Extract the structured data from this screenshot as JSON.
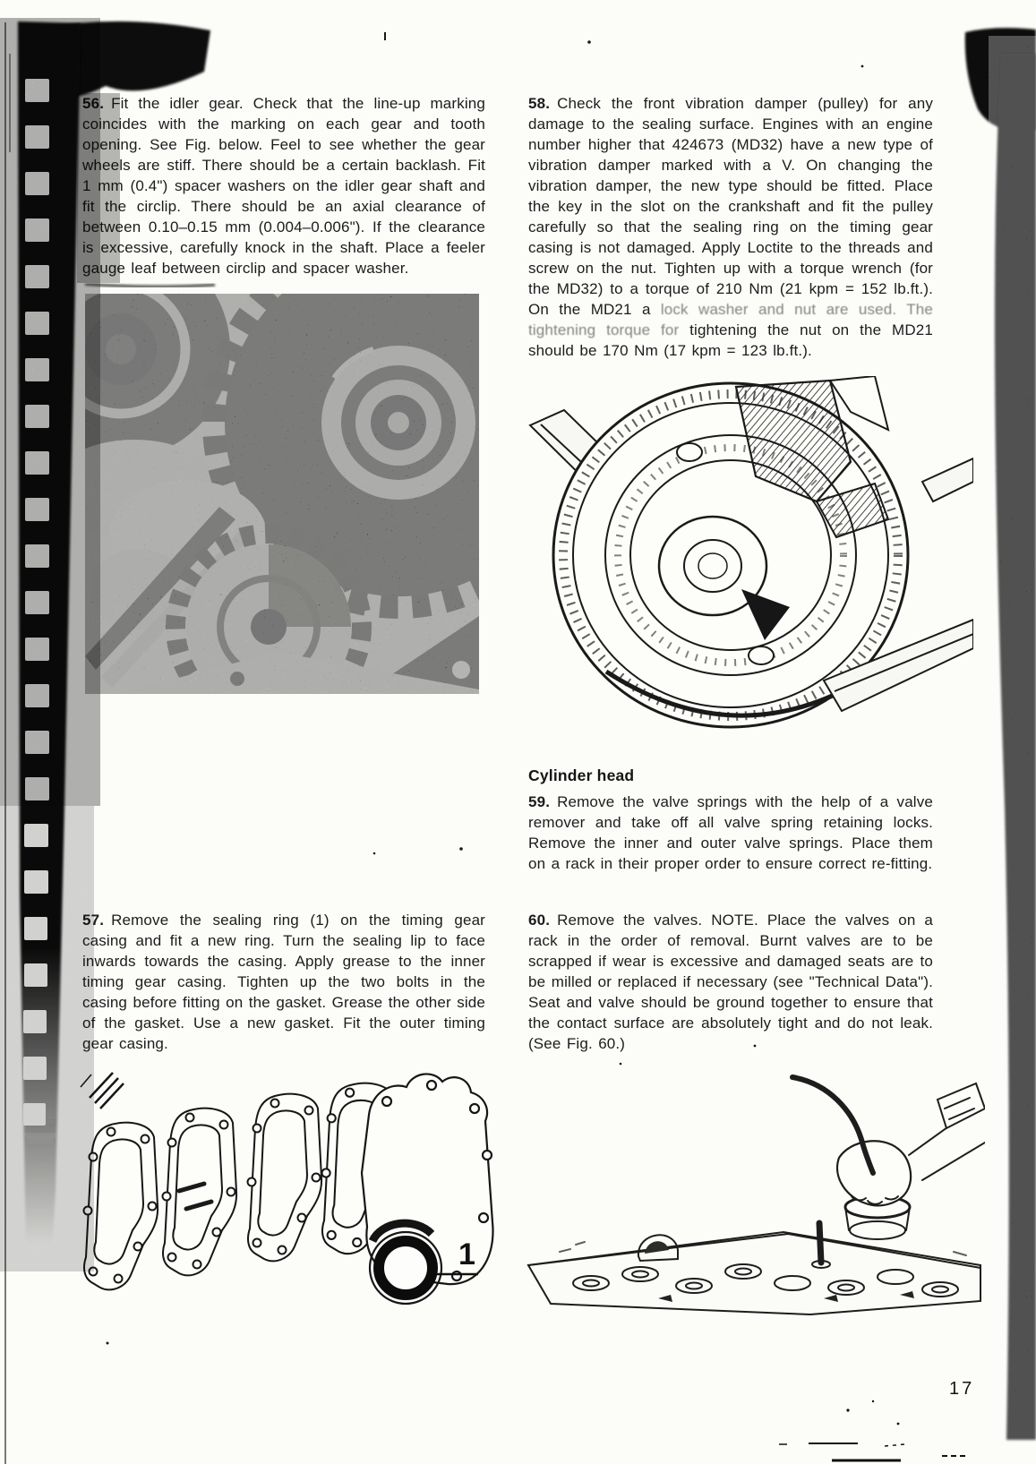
{
  "page": {
    "number": "17"
  },
  "content": {
    "step56": {
      "num": "56.",
      "text": "Fit the idler gear. Check that the line-up marking coincides with the marking on each gear and tooth opening. See Fig. below. Feel to see whether the gear wheels are stiff. There should be a certain backlash. Fit 1 mm (0.4\") spacer washers on the idler gear shaft and fit the circlip. There should be an axial clearance of between 0.10–0.15 mm (0.004–0.006\"). If the clearance is excessive, carefully knock in the shaft. Place a feeler gauge leaf between circlip and spacer washer."
    },
    "step57": {
      "num": "57.",
      "text": "Remove the sealing ring (1) on the timing gear casing and fit a new ring. Turn the sealing lip to face inwards towards the casing. Apply grease to the inner timing gear casing. Tighten up the two bolts in the casing before fitting on the gasket. Grease the other side of the gasket. Use a new gasket. Fit the outer timing gear casing."
    },
    "step58": {
      "num": "58.",
      "text_part1": "Check the front vibration damper (pulley) for any damage to the sealing surface. Engines with an engine number higher that 424673 (MD32) have a new type of vibration damper marked with a V. On changing the vibration damper, the new type should be fitted. Place the key in the slot on the crankshaft and fit the pulley carefully so that the sealing ring on the timing gear casing is not damaged. Apply Loctite to the threads and screw on the nut. Tighten up with a torque wrench (for the MD32) to a torque of 210 Nm (21 kpm = 152 lb.ft.). On the MD21 a",
      "text_faded": " lock washer and nut are used. The tightening torque for",
      "text_part2": " tightening the nut on the MD21 should be 170 Nm (17 kpm = 123 lb.ft.)."
    },
    "cylinder_head_heading": "Cylinder head",
    "step59": {
      "num": "59.",
      "text": "Remove the valve springs with the help of a valve remover and take off all valve spring retaining locks. Remove the inner and outer valve springs. Place them on a rack in their proper order to ensure correct re-fitting."
    },
    "step60": {
      "num": "60.",
      "text": "Remove the valves. NOTE. Place the valves on a rack in the order of removal. Burnt valves are to be scrapped if wear is excessive and damaged seats are to be milled or replaced if necessary (see \"Technical Data\"). Seat and valve should be ground together to ensure that the contact surface are absolutely tight and do not leak. (See Fig. 60.)"
    },
    "figures": {
      "gaskets_callout": "1"
    }
  }
}
